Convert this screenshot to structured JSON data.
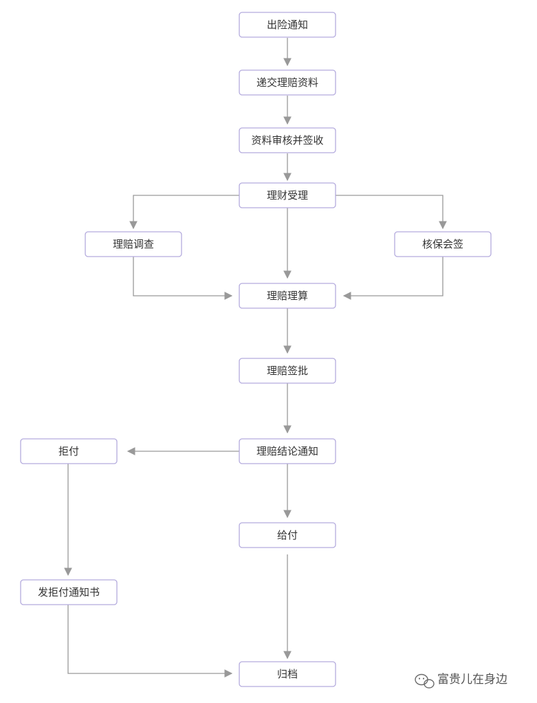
{
  "nodes": {
    "chuxian_tongzhi": "出险通知",
    "dijiao_lipei_ziliao": "递交理赔资料",
    "ziliao_shenhe_qianshou": "资料审核并签收",
    "licai_shouli": "理财受理",
    "lipei_diaocha": "理赔调查",
    "hebao_huiqian": "核保会签",
    "lipei_lisuan": "理赔理算",
    "lipei_qianpi": "理赔签批",
    "lipei_jielun_tongzhi": "理赔结论通知",
    "jufu": "拒付",
    "geifu": "给付",
    "fa_jufu_tongzhishu": "发拒付通知书",
    "guidang": "归档"
  },
  "watermark": {
    "text": "富贵儿在身边",
    "icon": "wechat-icon"
  },
  "colors": {
    "node_border": "#b3aadd",
    "edge": "#999999",
    "text": "#333333"
  }
}
